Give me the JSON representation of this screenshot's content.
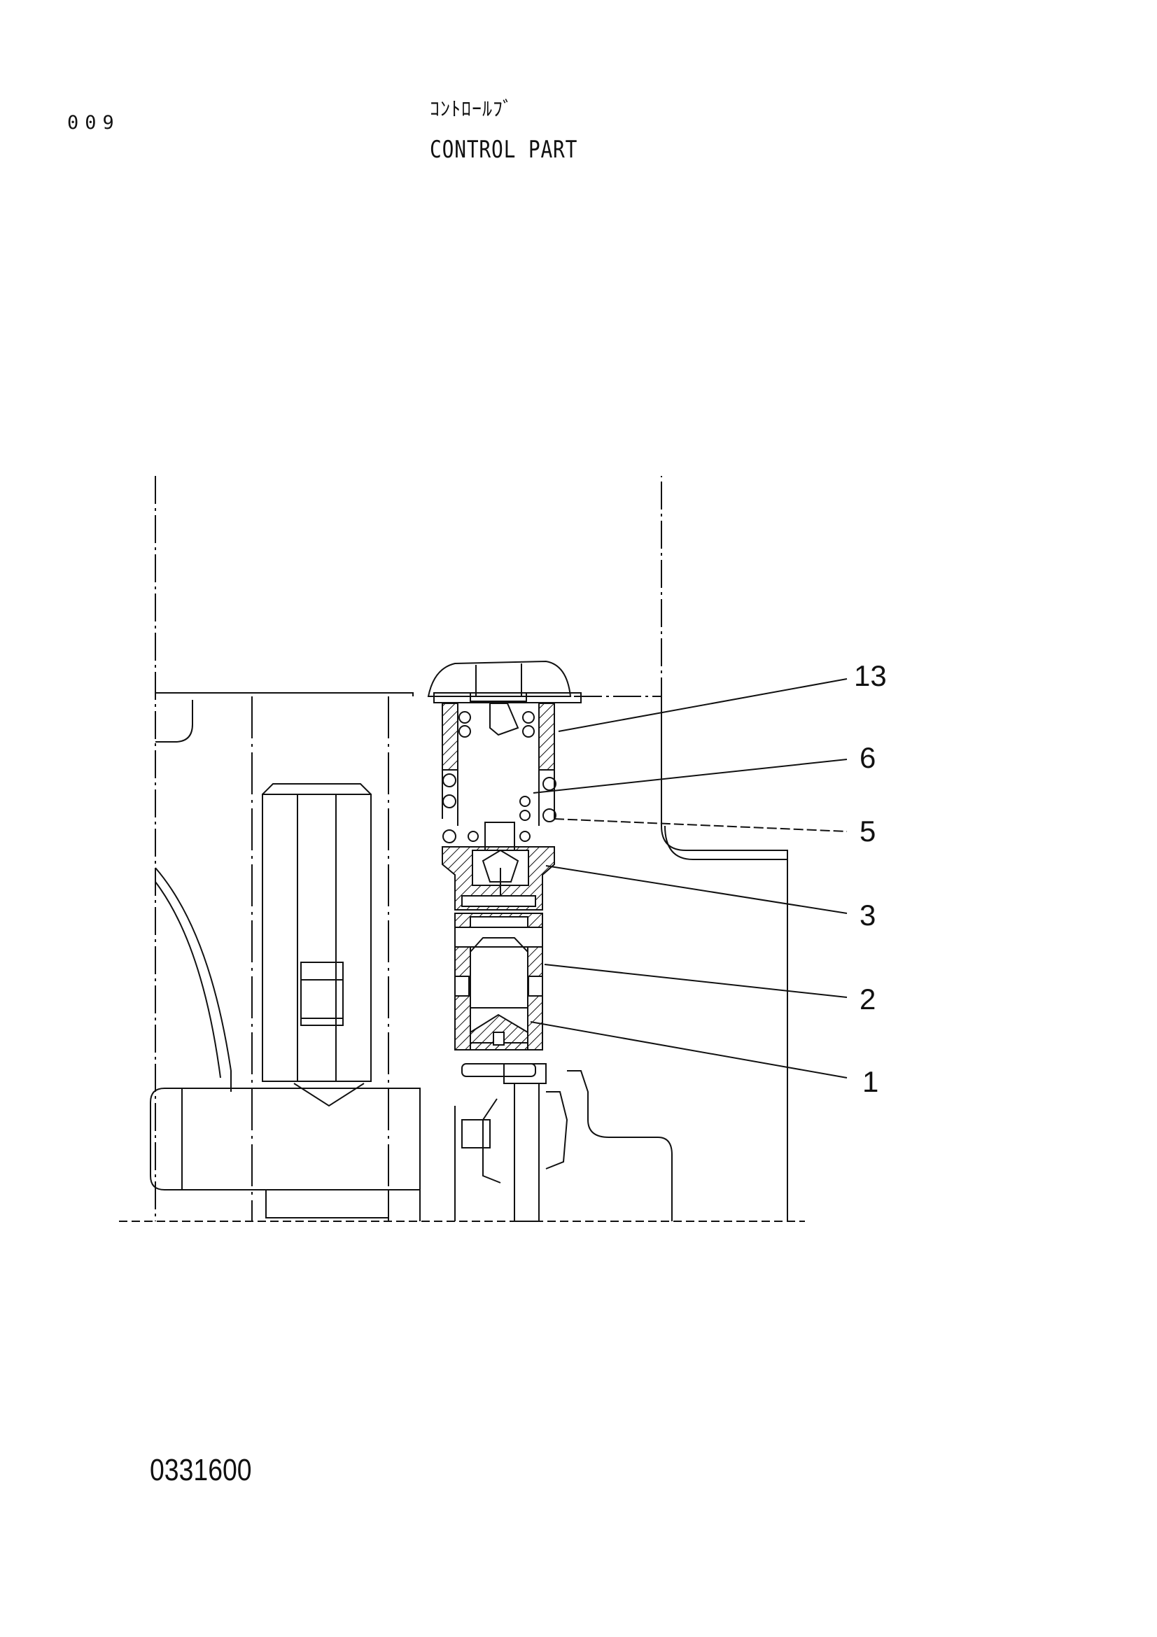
{
  "header": {
    "page_number": "009",
    "title_jp": "ｺﾝﾄﾛｰﾙﾌﾞ",
    "title_en": "CONTROL PART"
  },
  "footer": {
    "drawing_number": "0331600"
  },
  "callouts": [
    {
      "id": "13",
      "label": "13"
    },
    {
      "id": "6",
      "label": "6"
    },
    {
      "id": "5",
      "label": "5"
    },
    {
      "id": "3",
      "label": "3"
    },
    {
      "id": "2",
      "label": "2"
    },
    {
      "id": "1",
      "label": "1"
    }
  ]
}
